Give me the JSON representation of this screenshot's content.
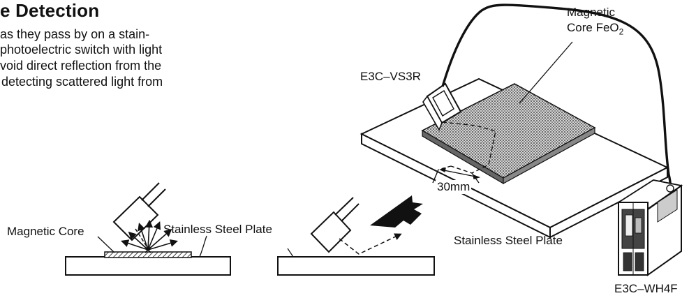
{
  "heading": "e Detection",
  "description_lines": [
    "as they pass by on a stain-",
    "photoelectric switch with light",
    "void direct reflection from the",
    " detecting scattered light from"
  ],
  "labels": {
    "core_name": "Magnetic",
    "core_formula": "Core FeO",
    "core_formula_sub": "2",
    "sensor_head": "E3C–VS3R",
    "distance": "30mm",
    "plate_right": "Stainless Steel Plate",
    "amplifier": "E3C–WH4F",
    "core_left": "Magnetic Core",
    "plate_left": "Stainless Steel Plate"
  }
}
